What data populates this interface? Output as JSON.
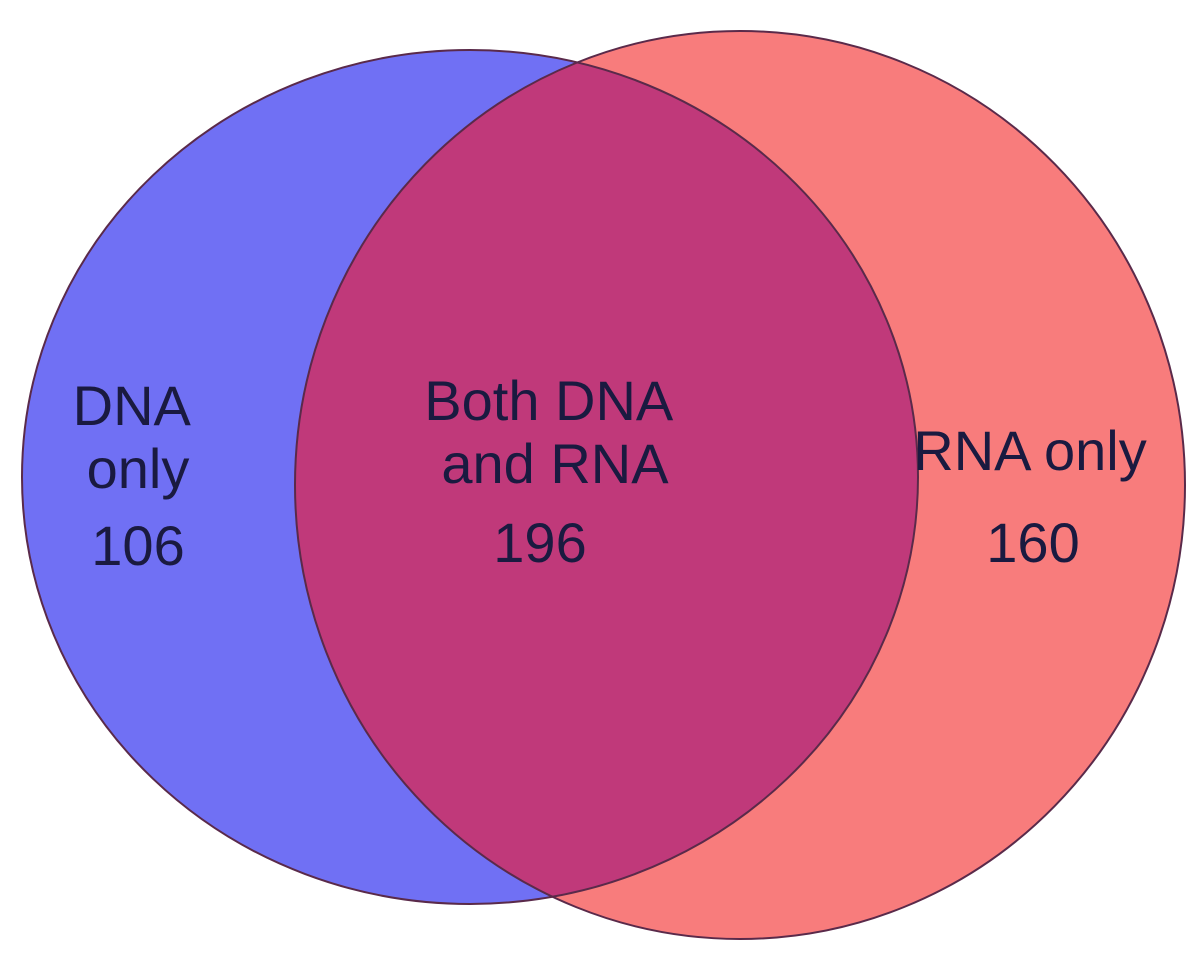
{
  "diagram": {
    "type": "venn",
    "sets": [
      {
        "name": "DNA",
        "color": "#7070f4"
      },
      {
        "name": "RNA",
        "color": "#f87c7c"
      }
    ],
    "intersection_color": "#c0397a",
    "outline_color": "#5a2a4a",
    "regions": {
      "dna_only": {
        "lines": [
          "DNA",
          "only"
        ],
        "count": "106"
      },
      "both": {
        "lines": [
          "Both DNA",
          "and RNA"
        ],
        "count": "196"
      },
      "rna_only": {
        "lines": [
          "RNA only"
        ],
        "count": "160"
      }
    }
  }
}
